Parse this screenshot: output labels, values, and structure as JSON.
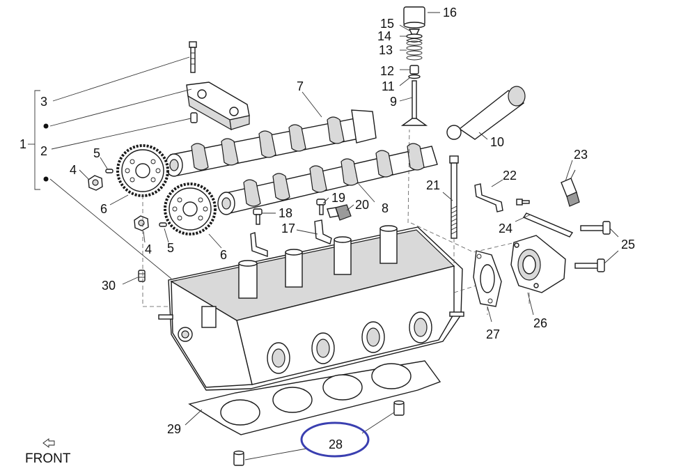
{
  "callouts": {
    "c1": "1",
    "c2": "2",
    "c3": "3",
    "c4a": "4",
    "c4b": "4",
    "c5a": "5",
    "c5b": "5",
    "c6a": "6",
    "c6b": "6",
    "c7": "7",
    "c8": "8",
    "c9": "9",
    "c10": "10",
    "c11": "11",
    "c12": "12",
    "c13": "13",
    "c14": "14",
    "c15": "15",
    "c16": "16",
    "c17": "17",
    "c18": "18",
    "c19": "19",
    "c20": "20",
    "c21": "21",
    "c22": "22",
    "c23": "23",
    "c24": "24",
    "c25": "25",
    "c26": "26",
    "c27": "27",
    "c28": "28",
    "c29": "29",
    "c30": "30"
  },
  "front_label": "FRONT",
  "highlight_color": "#3a3fb0"
}
